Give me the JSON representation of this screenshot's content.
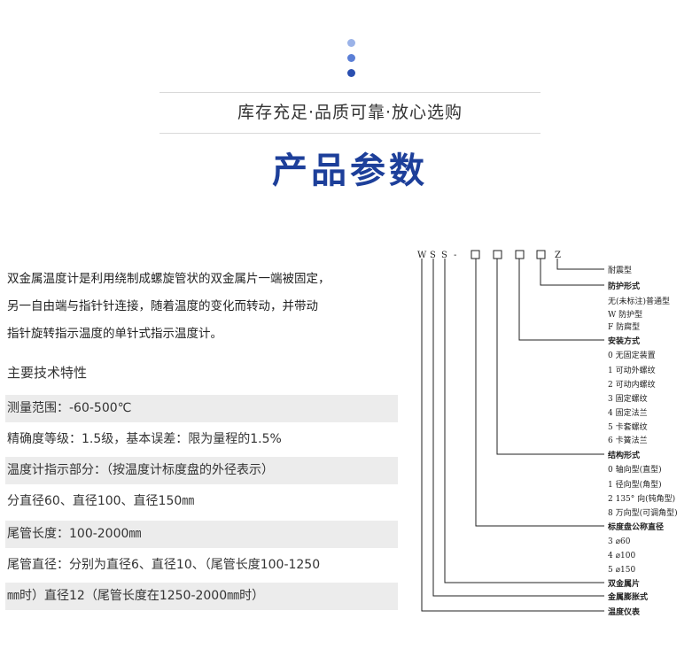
{
  "header": {
    "slogan": "库存充足·品质可靠·放心选购",
    "title": "产品参数",
    "dot_colors": [
      "#9bb3e8",
      "#5b7fd6",
      "#2a4fb0"
    ]
  },
  "description": [
    "双金属温度计是利用绕制成螺旋管状的双金属片一端被固定，",
    "另一自由端与指针针连接，随着温度的变化而转动，并带动",
    "指针旋转指示温度的单针式指示温度计。"
  ],
  "specs": {
    "heading": "主要技术特性",
    "rows": [
      "测量范围：-60-500℃",
      "精确度等级：1.5级，基本误差：限为量程的1.5%",
      "温度计指示部分：（按温度计标度盘的外径表示）",
      "分直径60、直径100、直径150㎜",
      "尾管长度：100-2000㎜",
      "尾管直径：分别为直径6、直径10、（尾管长度100-1250",
      "㎜时）直径12（尾管长度在1250-2000㎜时）"
    ]
  },
  "model_code": {
    "prefix": [
      "W",
      "S",
      "S",
      "-"
    ],
    "suffix": "Z",
    "labels": {
      "anticorrosion": "耐震型",
      "protection_title": "防护形式",
      "protection": [
        "无(未标注)普通型",
        "W  防护型",
        "F   防腐型"
      ],
      "mount_title": "安装方式",
      "mount": [
        "0   无固定装置",
        "1   可动外螺纹",
        "2   可动内螺纹",
        "3   固定螺纹",
        "4   固定法兰",
        "5   卡套螺纹",
        "6   卡簧法兰"
      ],
      "structure_title": "结构形式",
      "structure": [
        "0   轴向型(直型)",
        "1   径向型(角型)",
        "2   135° 向(钝角型)",
        "8   万向型(可调角型)"
      ],
      "dial_title": "标度盘公称直径",
      "dial": [
        "3   ⌀60",
        "4   ⌀100",
        "5   ⌀150"
      ],
      "bimetal": "双金属片",
      "expansion": "金属膨胀式",
      "instrument": "温度仪表"
    }
  }
}
